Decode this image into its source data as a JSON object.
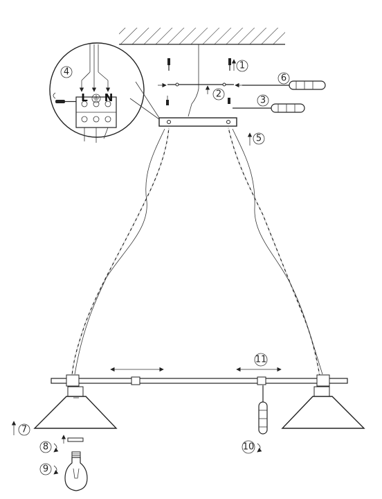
{
  "steps": {
    "s1": "1",
    "s2": "2",
    "s3": "3",
    "s4": "4",
    "s5": "5",
    "s6": "6",
    "s7": "7",
    "s8": "8",
    "s9": "9",
    "s10": "10",
    "s11": "11"
  },
  "terminal_block": {
    "live": "L",
    "neutral": "N"
  },
  "icons": [
    "screwdriver-icon",
    "screw-icon",
    "ground-symbol-icon",
    "rotate-arrow-icon",
    "light-bulb-icon"
  ]
}
